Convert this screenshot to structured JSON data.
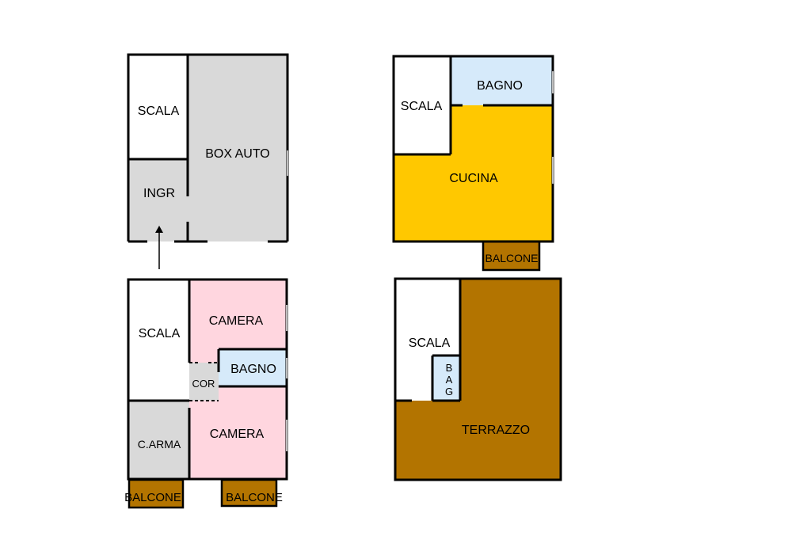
{
  "colors": {
    "wall": "#000000",
    "garage": "#d9d9d9",
    "stair": "#ffffff",
    "bath": "#d6eafa",
    "kitchen": "#ffc800",
    "bedroom": "#ffd6df",
    "balcony": "#b37400",
    "corridor": "#d9d9d9"
  },
  "plans": {
    "ground_floor": {
      "stair": "SCALA",
      "garage": "BOX AUTO",
      "entrance": "INGR"
    },
    "first_floor": {
      "stair": "SCALA",
      "bath": "BAGNO",
      "kitchen": "CUCINA",
      "balcony": "BALCONE"
    },
    "second_floor": {
      "stair": "SCALA",
      "bedroom_top": "CAMERA",
      "bath": "BAGNO",
      "corridor": "COR",
      "wardrobe": "C.ARMA",
      "bedroom_bottom": "CAMERA",
      "balcony_left": "BALCONE",
      "balcony_right": "BALCONE"
    },
    "roof_floor": {
      "stair": "SCALA",
      "bath_letters": [
        "B",
        "A",
        "G"
      ],
      "terrace": "TERRAZZO"
    }
  }
}
